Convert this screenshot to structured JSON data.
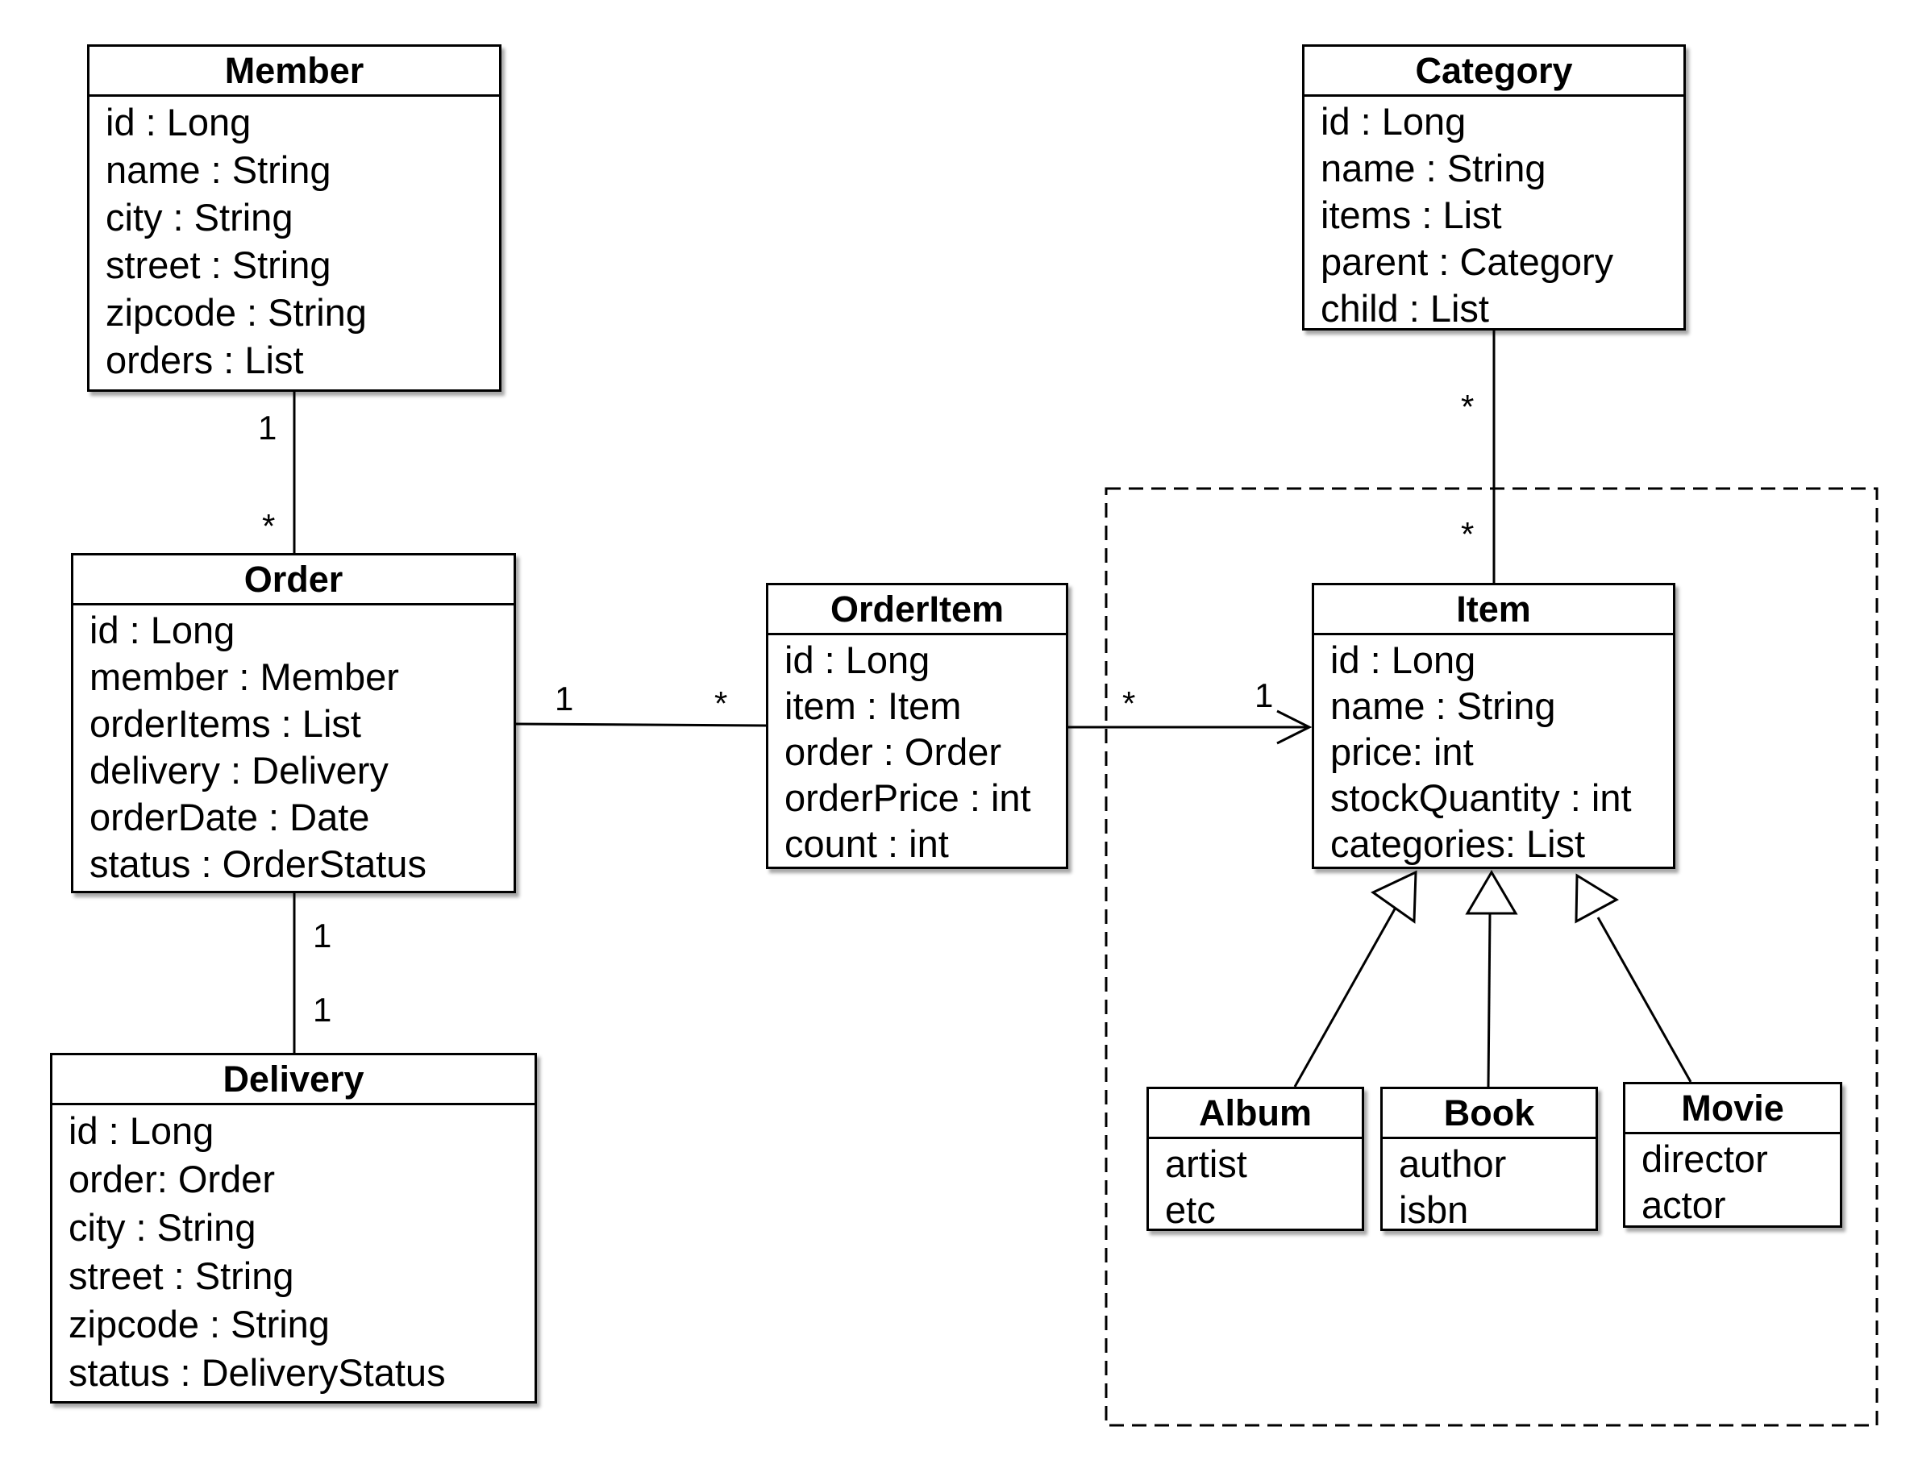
{
  "classes": {
    "member": {
      "name": "Member",
      "attributes": [
        "id : Long",
        "name : String",
        "city : String",
        "street : String",
        "zipcode : String",
        "orders : List"
      ]
    },
    "order": {
      "name": "Order",
      "attributes": [
        "id : Long",
        "member : Member",
        "orderItems : List",
        "delivery : Delivery",
        "orderDate : Date",
        "status : OrderStatus"
      ]
    },
    "delivery": {
      "name": "Delivery",
      "attributes": [
        "id : Long",
        "order: Order",
        "city : String",
        "street : String",
        "zipcode : String",
        "status : DeliveryStatus"
      ]
    },
    "orderitem": {
      "name": "OrderItem",
      "attributes": [
        "id : Long",
        "item : Item",
        "order : Order",
        "orderPrice : int",
        "count : int"
      ]
    },
    "category": {
      "name": "Category",
      "attributes": [
        "id : Long",
        "name : String",
        "items : List",
        "parent : Category",
        "child : List"
      ]
    },
    "item": {
      "name": "Item",
      "attributes": [
        "id : Long",
        "name : String",
        "price: int",
        "stockQuantity : int",
        "categories: List"
      ]
    },
    "album": {
      "name": "Album",
      "attributes": [
        "artist",
        "etc"
      ]
    },
    "book": {
      "name": "Book",
      "attributes": [
        "author",
        "isbn"
      ]
    },
    "movie": {
      "name": "Movie",
      "attributes": [
        "director",
        "actor"
      ]
    }
  },
  "associations": {
    "member_order": {
      "member_end": "1",
      "order_end": "*"
    },
    "order_delivery": {
      "order_end": "1",
      "delivery_end": "1"
    },
    "order_orderitem": {
      "order_end": "1",
      "orderitem_end": "*"
    },
    "orderitem_item": {
      "orderitem_end": "*",
      "item_end": "1"
    },
    "category_item": {
      "category_end": "*",
      "item_end": "*"
    }
  }
}
